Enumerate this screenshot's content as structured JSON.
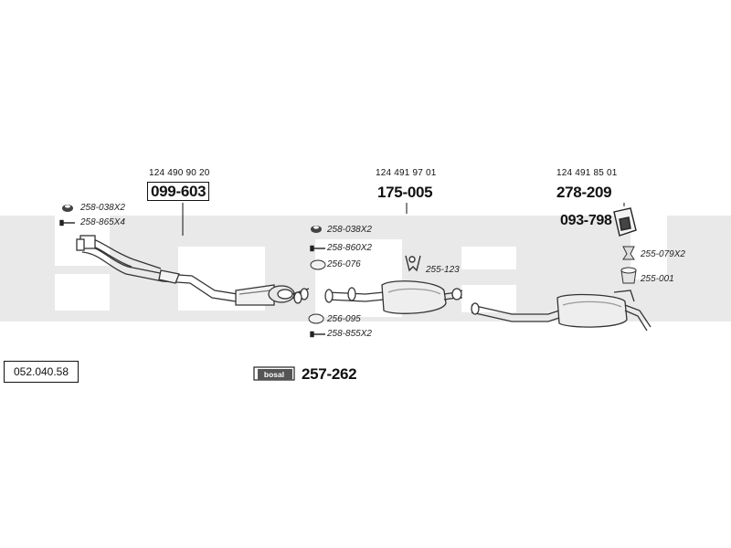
{
  "catalog_number": "052.040.58",
  "watermark": "bosal",
  "assemblies": {
    "front_pipe": {
      "oe_number": "124 490 90 20",
      "part_number": "099-603"
    },
    "center_muffler": {
      "oe_number": "124 491 97 01",
      "part_number": "175-005"
    },
    "rear_muffler": {
      "oe_number": "124 491 85 01",
      "part_number": "278-209",
      "bracket_part": "093-798"
    }
  },
  "front_pipe_fittings": [
    "258-038X2",
    "258-865X4"
  ],
  "center_fittings_top": [
    "258-038X2",
    "258-860X2",
    "256-076"
  ],
  "center_fittings_bottom": [
    "256-095",
    "258-855X2"
  ],
  "hanger": "255-123",
  "rear_fittings": [
    "255-079X2",
    "255-001"
  ],
  "mounting_kit": {
    "brand": "bosal",
    "part_number": "257-262"
  },
  "icons": [
    "gasket-icon",
    "bolt-icon",
    "ring-icon",
    "clamp-icon",
    "rubber-mount-icon",
    "bracket-icon",
    "mounting-kit-icon"
  ]
}
